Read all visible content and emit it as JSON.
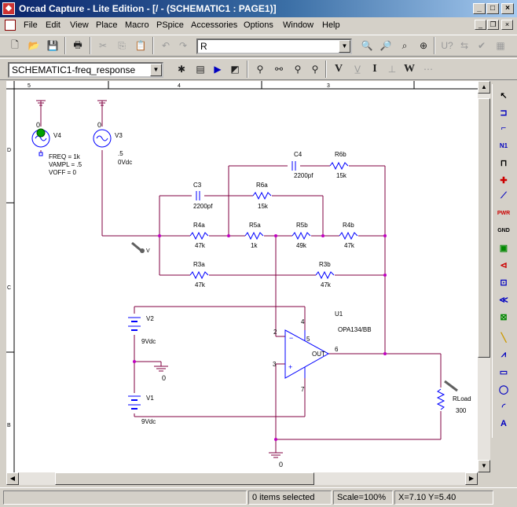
{
  "window": {
    "title": "Orcad Capture - Lite Edition - [/ - (SCHEMATIC1 : PAGE1)]",
    "minimize": "_",
    "maximize": "□",
    "close": "×"
  },
  "menu": {
    "items": [
      "File",
      "Edit",
      "View",
      "Place",
      "Macro",
      "PSpice",
      "Accessories",
      "Options",
      "Window",
      "Help"
    ]
  },
  "toolbar1": {
    "part_combo_value": "R"
  },
  "toolbar2": {
    "profile_combo_value": "SCHEMATIC1-freq_response",
    "marker_labels": [
      "V",
      "I",
      "W"
    ]
  },
  "ruler": {
    "top_labels": [
      "5",
      "4",
      "3"
    ],
    "left_labels": [
      "D",
      "C",
      "B"
    ]
  },
  "schematic": {
    "sources": {
      "v4": {
        "name": "V4",
        "params": [
          "FREQ = 1k",
          "VAMPL = .5",
          "VOFF = 0"
        ],
        "gnd": "0"
      },
      "v3": {
        "name": "V3",
        "params": [
          ".5",
          "0Vdc"
        ],
        "gnd": "0"
      },
      "v2": {
        "name": "V2",
        "value": "9Vdc"
      },
      "v1": {
        "name": "V1",
        "value": "9Vdc"
      }
    },
    "components": {
      "c4": {
        "name": "C4",
        "value": "2200pf"
      },
      "r6b": {
        "name": "R6b",
        "value": "15k"
      },
      "c3": {
        "name": "C3",
        "value": "2200pf"
      },
      "r6a": {
        "name": "R6a",
        "value": "15k"
      },
      "r4a": {
        "name": "R4a",
        "value": "47k"
      },
      "r5a": {
        "name": "R5a",
        "value": "1k"
      },
      "r5b": {
        "name": "R5b",
        "value": "49k"
      },
      "r4b": {
        "name": "R4b",
        "value": "47k"
      },
      "r3a": {
        "name": "R3a",
        "value": "47k"
      },
      "r3b": {
        "name": "R3b",
        "value": "47k"
      },
      "rload": {
        "name": "RLoad",
        "value": "300"
      }
    },
    "opamp": {
      "ref": "U1",
      "part": "OPA134/BB",
      "out_label": "OUT",
      "pins": {
        "p2": "2",
        "p3": "3",
        "p4": "4",
        "p6": "6",
        "p7": "7",
        "p5": "5"
      }
    },
    "grounds": {
      "mid": "0",
      "bottom": "0"
    },
    "probe_label": "V"
  },
  "status": {
    "selection": "0 items selected",
    "scale": "Scale=100%",
    "coords": "X=7.10  Y=5.40"
  },
  "colors": {
    "wire": "#800040",
    "component": "#0000ff",
    "junction": "#c000c0",
    "probe": "#008000"
  }
}
